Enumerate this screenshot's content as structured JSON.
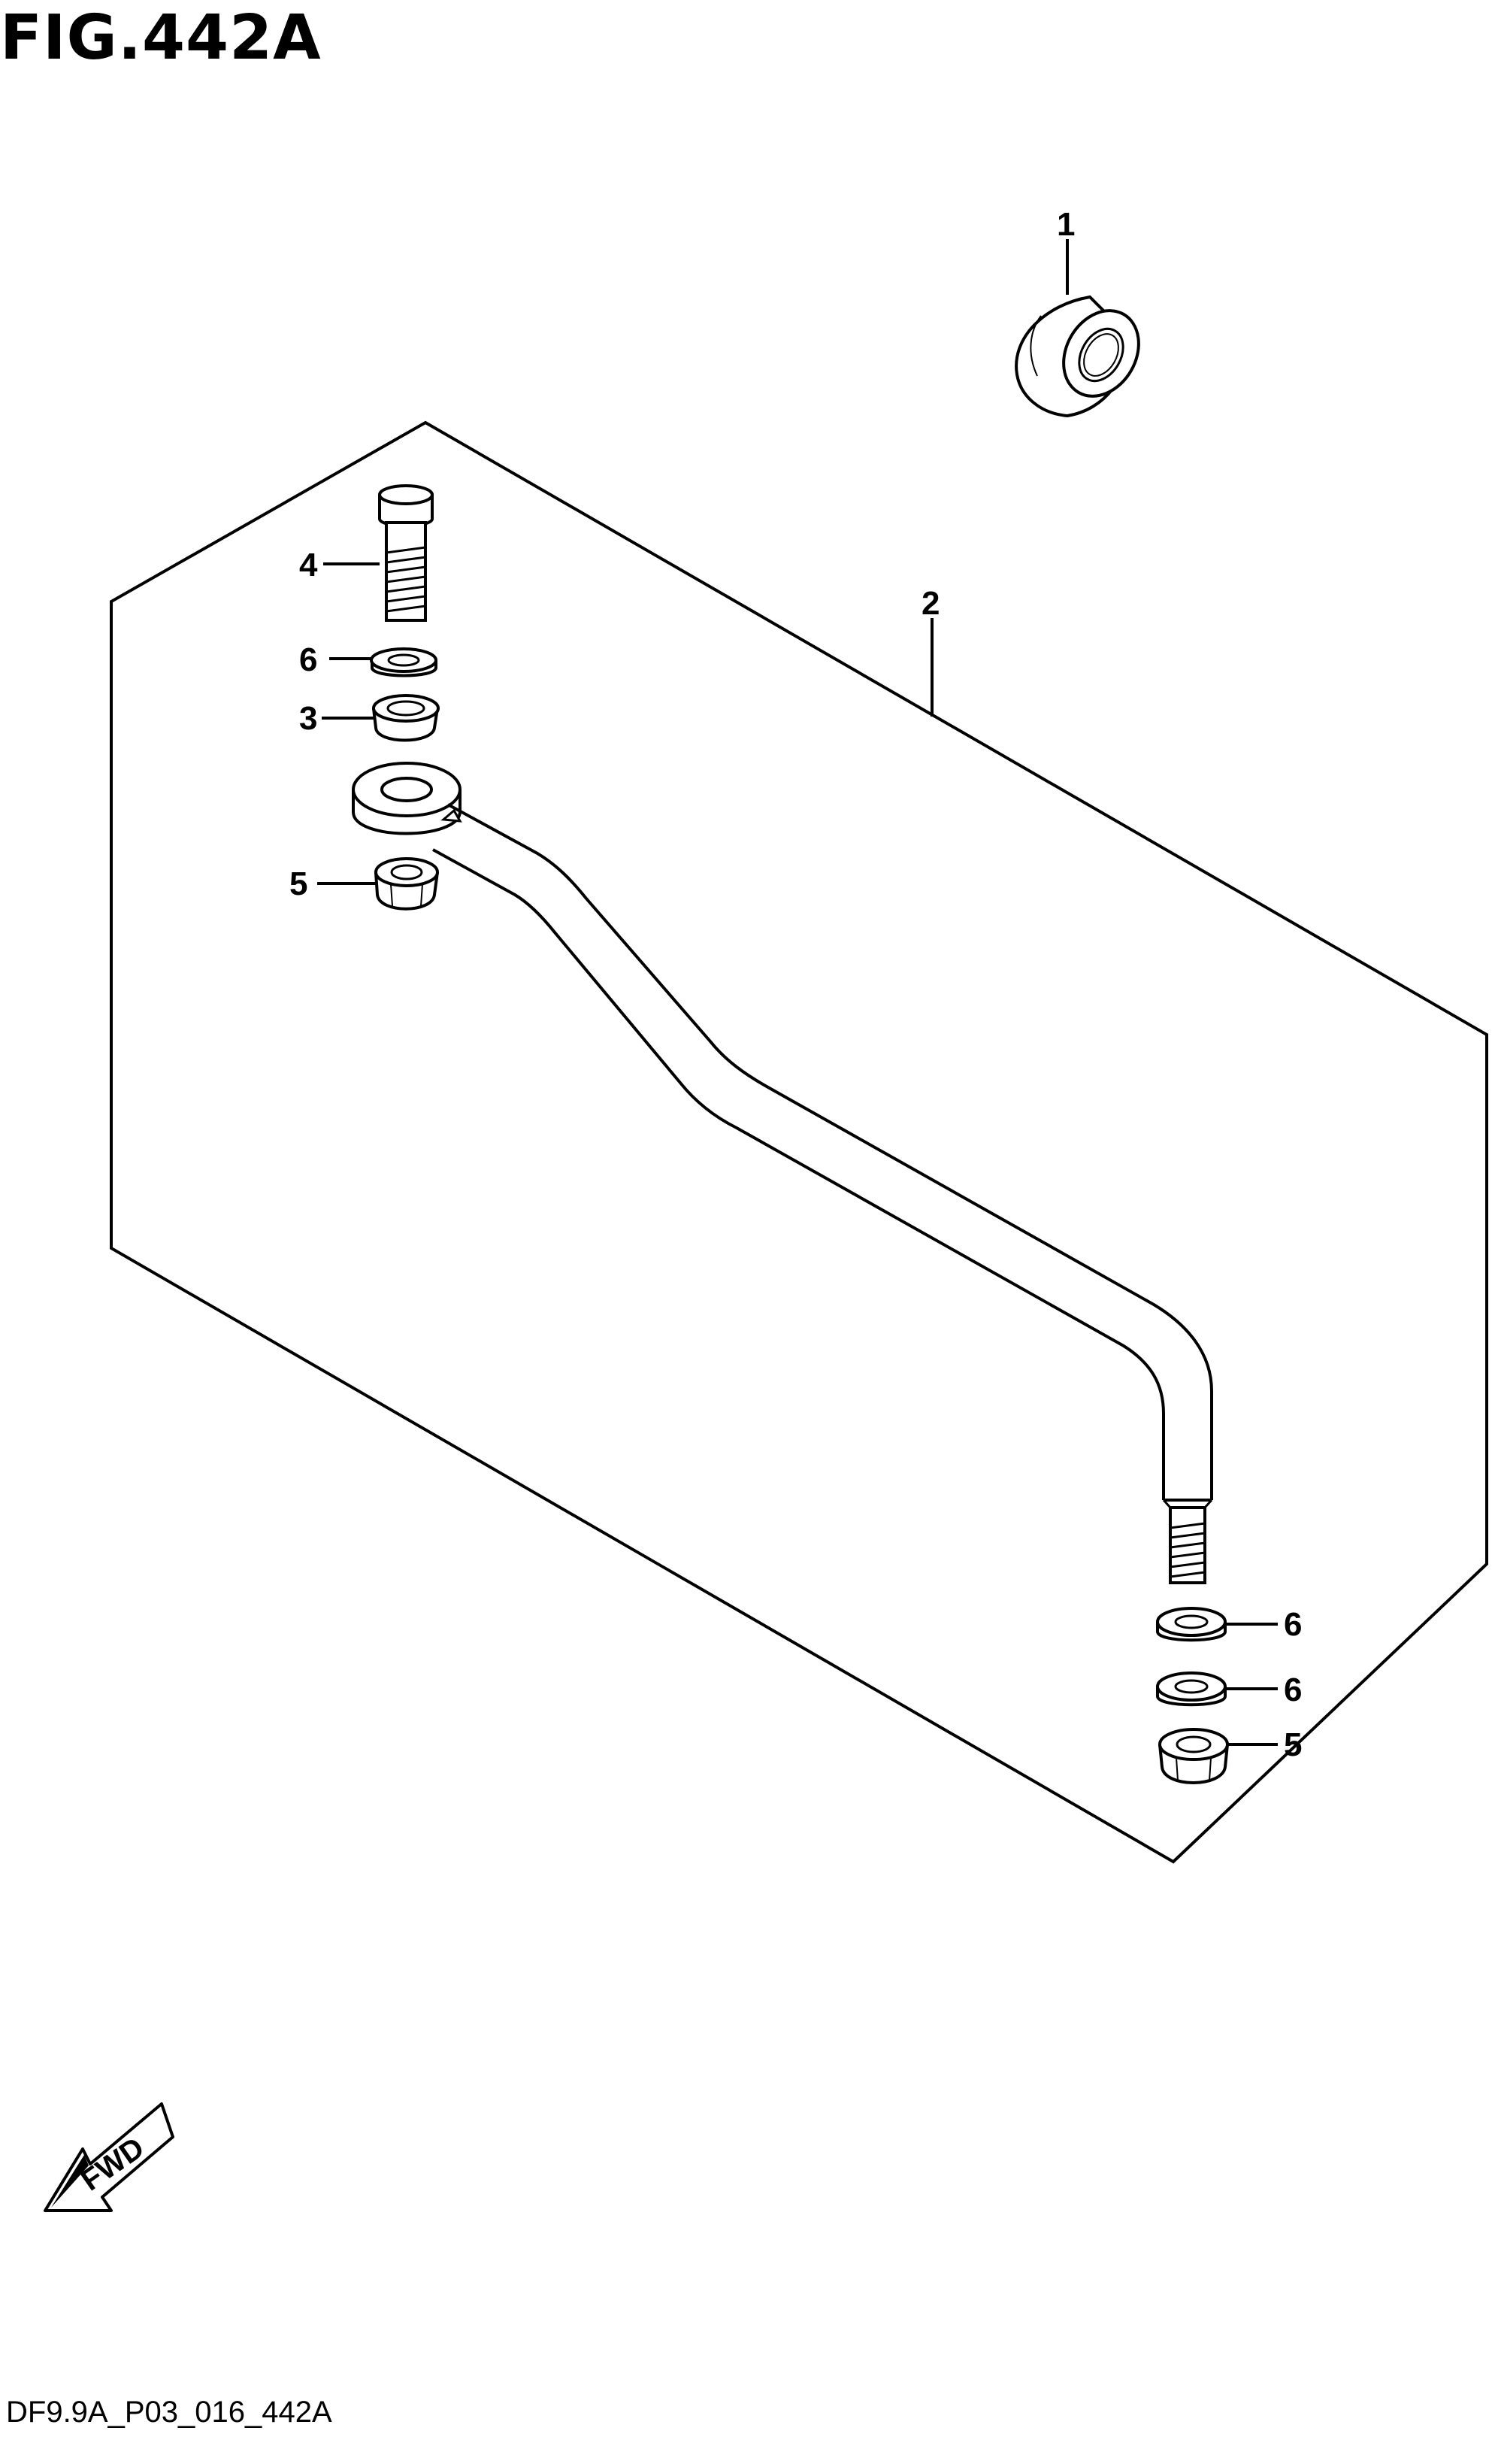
{
  "title": "FIG.442A",
  "footer_code": "DF9.9A_P03_016_442A",
  "callouts": {
    "c1": "1",
    "c2": "2",
    "c3": "3",
    "c4": "4",
    "c5_top": "5",
    "c6_top": "6",
    "c6_bottom_a": "6",
    "c6_bottom_b": "6",
    "c5_bottom": "5"
  },
  "fwd_label": "FWD",
  "colors": {
    "line": "#000000",
    "background": "#ffffff"
  },
  "icons": {
    "direction_arrow": "fwd-arrow-icon"
  }
}
